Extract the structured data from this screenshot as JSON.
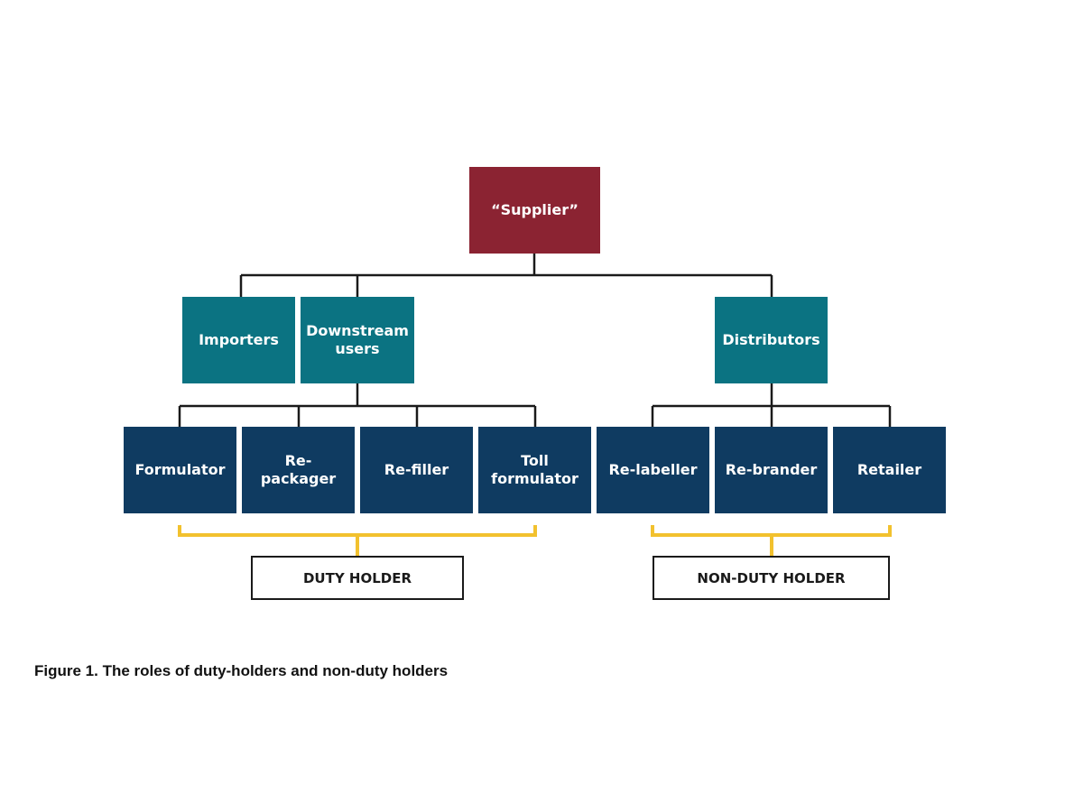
{
  "nodes": {
    "supplier": "“Supplier”",
    "importers": "Importers",
    "downstream_users": "Downstream\nusers",
    "distributors": "Distributors",
    "formulator": "Formulator",
    "repackager": "Re-packager",
    "refiller": "Re-filler",
    "toll_formulator": "Toll\nformulator",
    "relabeller": "Re-labeller",
    "rebrander": "Re-brander",
    "retailer": "Retailer"
  },
  "groups": {
    "duty_holder": "DUTY HOLDER",
    "non_duty_holder": "NON-DUTY HOLDER"
  },
  "caption": "Figure 1. The roles of duty-holders and non-duty holders",
  "colors": {
    "supplier": "#8b2332",
    "level2": "#0b7382",
    "level3": "#0f3b61",
    "bracket": "#f2c12e",
    "connector": "#1a1a1a"
  }
}
